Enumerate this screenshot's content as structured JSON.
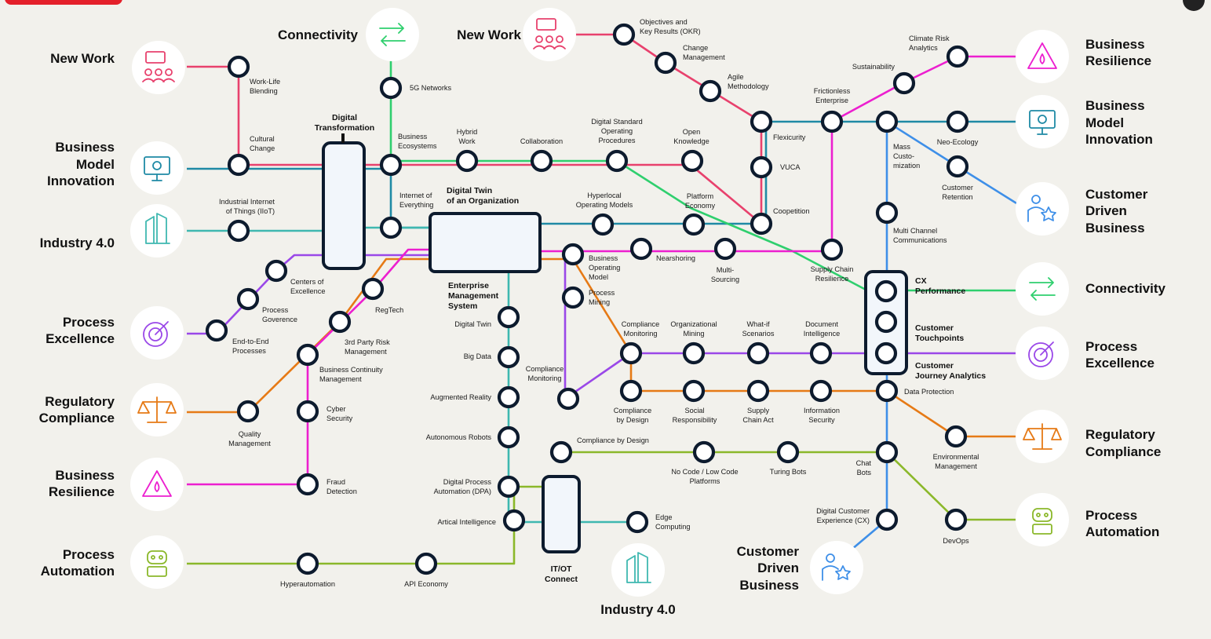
{
  "colors": {
    "newwork": "#e8416d",
    "connectivity": "#2fcf6e",
    "bmi": "#1f8aa5",
    "industry": "#3fb8b0",
    "process_excellence": "#9a48e8",
    "regulatory": "#e67a16",
    "resilience": "#ec1fcf",
    "automation": "#8bb82a",
    "customer": "#3e8fe8"
  },
  "categories": {
    "new_work_left": "New Work",
    "connectivity_top": "Connectivity",
    "new_work_top": "New Work",
    "bmi_left": [
      "Business",
      "Model",
      "Innovation"
    ],
    "industry_left": "Industry 4.0",
    "process_excellence_left": [
      "Process",
      "Excellence"
    ],
    "regulatory_left": [
      "Regulatory",
      "Compliance"
    ],
    "resilience_left": [
      "Business",
      "Resilience"
    ],
    "automation_left": [
      "Process",
      "Automation"
    ],
    "resilience_right": [
      "Business",
      "Resilience"
    ],
    "bmi_right": [
      "Business",
      "Model",
      "Innovation"
    ],
    "customer_right": [
      "Customer",
      "Driven",
      "Business"
    ],
    "connectivity_right": "Connectivity",
    "process_excellence_right": [
      "Process",
      "Excellence"
    ],
    "regulatory_right": [
      "Regulatory",
      "Compliance"
    ],
    "automation_right": [
      "Process",
      "Automation"
    ],
    "customer_bottom": [
      "Customer",
      "Driven",
      "Business"
    ],
    "industry_bottom": "Industry 4.0"
  },
  "hubs": {
    "digital_transformation": [
      "Digital",
      "Transformation"
    ],
    "digital_twin": [
      "Digital Twin",
      "of an Organization"
    ],
    "ems": [
      "Enterprise",
      "Management",
      "System"
    ],
    "cx1": [
      "CX",
      "Performance"
    ],
    "cx2": [
      "Customer",
      "Touchpoints"
    ],
    "cx3": [
      "Customer",
      "Journey Analytics"
    ],
    "itot": [
      "IT/OT",
      "Connect"
    ]
  },
  "stations": {
    "work_life": [
      "Work-Life",
      "Blending"
    ],
    "cultural_change": [
      "Cultural",
      "Change"
    ],
    "iiot": [
      "Industrial Internet",
      "of Things (IIoT)"
    ],
    "networks_5g": "5G Networks",
    "business_ecosystems": [
      "Business",
      "Ecosystems"
    ],
    "hybrid_work": [
      "Hybrid",
      "Work"
    ],
    "collaboration": "Collaboration",
    "dsop": [
      "Digital Standard",
      "Operating",
      "Procedures"
    ],
    "open_knowledge": [
      "Open",
      "Knowledge"
    ],
    "iot": [
      "Internet of",
      "Everything"
    ],
    "hyperlocal": [
      "Hyperlocal",
      "Operating Models"
    ],
    "platform_economy": [
      "Platform",
      "Economy"
    ],
    "okr": [
      "Objectives and",
      "Key Results (OKR)"
    ],
    "change_mgmt": [
      "Change",
      "Management"
    ],
    "agile": [
      "Agile",
      "Methodology"
    ],
    "flexicurity": "Flexicurity",
    "vuca": "VUCA",
    "coopetition": "Coopetition",
    "frictionless": [
      "Frictionless",
      "Enterprise"
    ],
    "sustainability": "Sustainability",
    "climate_risk": [
      "Climate Risk",
      "Analytics"
    ],
    "mass_custom": [
      "Mass",
      "Custo-",
      "mization"
    ],
    "neo_ecology": "Neo-Ecology",
    "customer_retention": [
      "Customer",
      "Retention"
    ],
    "multichannel": [
      "Multi Channel",
      "Communications"
    ],
    "centers_excellence": [
      "Centers of",
      "Excellence"
    ],
    "process_governance": [
      "Process",
      "Goverence"
    ],
    "e2e": [
      "End-to-End",
      "Processes"
    ],
    "regtech": "RegTech",
    "third_party": [
      "3rd Party Risk",
      "Management"
    ],
    "bcm": [
      "Business Continuity",
      "Management"
    ],
    "quality_mgmt": [
      "Quality",
      "Management"
    ],
    "cyber": [
      "Cyber",
      "Security"
    ],
    "fraud": [
      "Fraud",
      "Detection"
    ],
    "bom": [
      "Business",
      "Operating",
      "Model"
    ],
    "nearshoring": "Nearshoring",
    "multisourcing": [
      "Multi-",
      "Sourcing"
    ],
    "supply_resilience": [
      "Supply Chain",
      "Resilience"
    ],
    "process_mining": [
      "Process",
      "Mining"
    ],
    "compliance_monitoring_a": [
      "Compliance",
      "Monitoring"
    ],
    "compliance_monitoring_b": [
      "Compliance",
      "Monitoring"
    ],
    "org_mining": [
      "Organizational",
      "Mining"
    ],
    "whatif": [
      "What-if",
      "Scenarios"
    ],
    "doc_intel": [
      "Document",
      "Intelligence"
    ],
    "compliance_design_a": [
      "Compliance",
      "by Design"
    ],
    "social_resp": [
      "Social",
      "Responsibility"
    ],
    "supply_chain_act": [
      "Supply",
      "Chain Act"
    ],
    "info_sec": [
      "Information",
      "Security"
    ],
    "data_protection": "Data Protection",
    "digital_twin": "Digital Twin",
    "big_data": "Big Data",
    "augmented_reality": "Augmented Reality",
    "autonomous_robots": "Autonomous Robots",
    "dpa": [
      "Digital Process",
      "Automation (DPA)"
    ],
    "ai": "Artical Intelligence",
    "compliance_design_b": "Compliance by Design",
    "nocode": [
      "No Code / Low Code",
      "Platforms"
    ],
    "turing": "Turing Bots",
    "chatbots": [
      "Chat",
      "Bots"
    ],
    "env_mgmt": [
      "Environmental",
      "Management"
    ],
    "devops": "DevOps",
    "dcx": [
      "Digital Customer",
      "Experience (CX)"
    ],
    "edge": [
      "Edge",
      "Computing"
    ],
    "hyperautomation": "Hyperautomation",
    "api_economy": "API Economy"
  }
}
